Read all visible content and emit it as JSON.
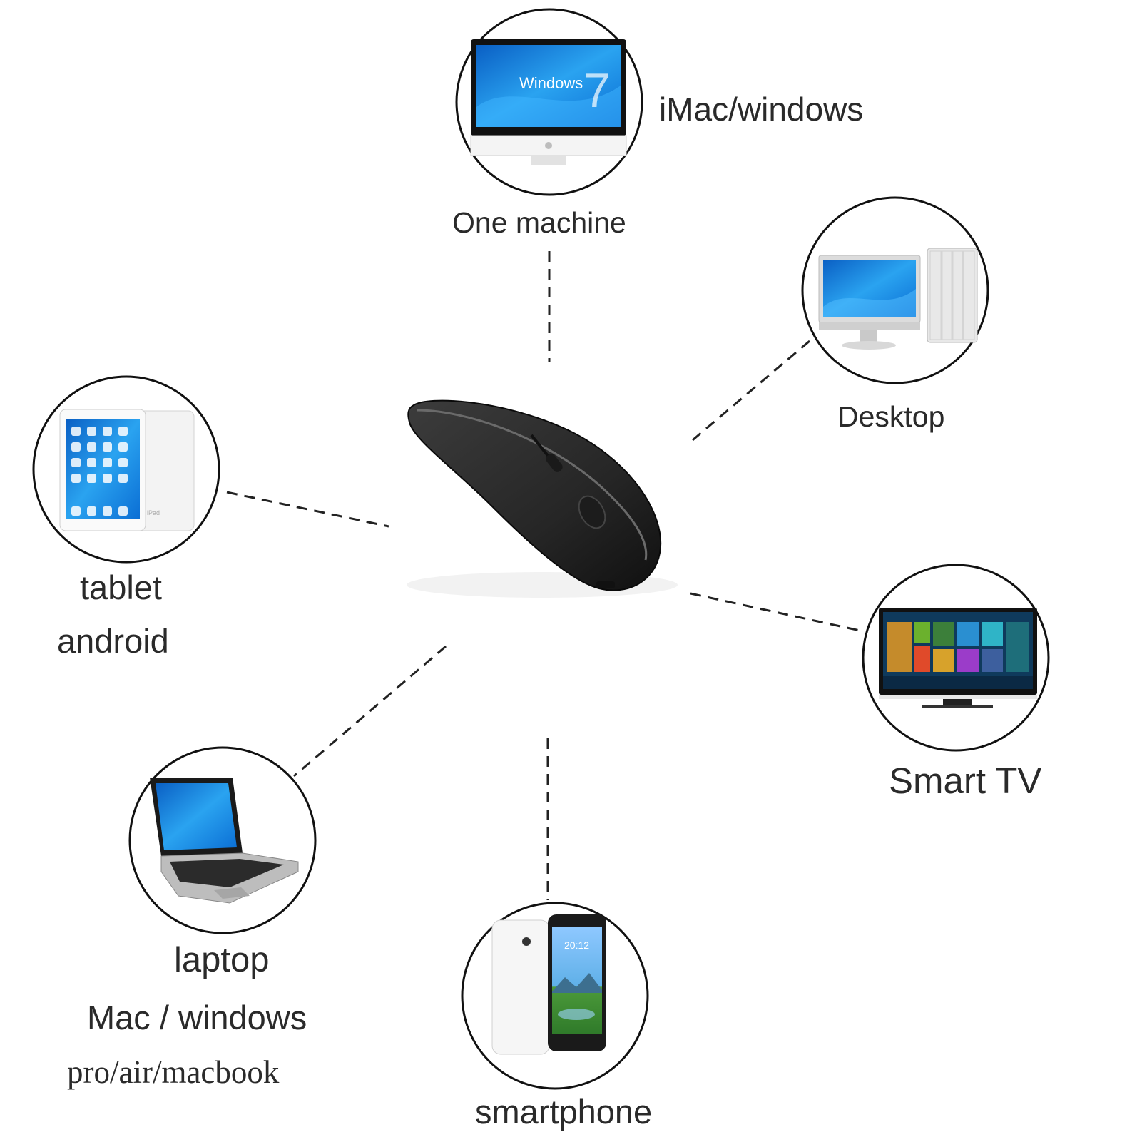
{
  "labels": {
    "imac_side": "iMac/windows",
    "imac_caption": "One machine",
    "desktop": "Desktop",
    "tablet_line1": "tablet",
    "tablet_line2": "android",
    "smart_tv": "Smart TV",
    "laptop_line1": "laptop",
    "laptop_line2": "Mac / windows",
    "laptop_line3": "pro/air/macbook",
    "smartphone": "smartphone"
  },
  "screen_text": {
    "imac_screen": "Windows",
    "imac_version": "7",
    "tablet_brand": "iPad",
    "phone_clock": "20:12"
  },
  "icons": {
    "center": "wireless-mouse-icon",
    "top": "imac-icon",
    "top_right": "desktop-computer-icon",
    "left": "tablet-icon",
    "right": "smart-tv-icon",
    "bottom_left": "laptop-icon",
    "bottom": "smartphone-icon"
  },
  "colors": {
    "screen_blue": "#1e8fe0",
    "mouse_body": "#2b2b2b",
    "ring": "#111111"
  }
}
